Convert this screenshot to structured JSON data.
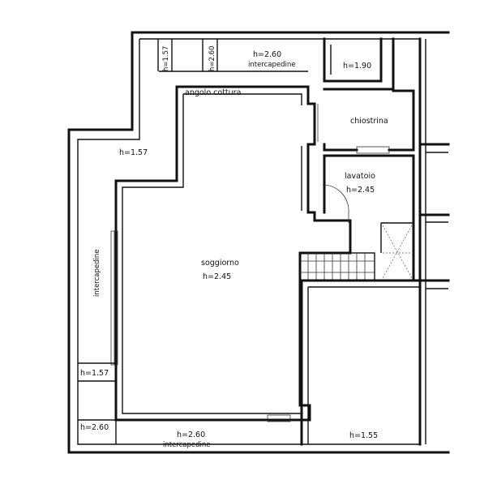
{
  "rooms": {
    "angolo_cottura": "angolo cottura",
    "chiostrina": "chiostrina",
    "lavatoio": {
      "name": "lavatoio",
      "height": "h=2.45"
    },
    "soggiorno": {
      "name": "soggiorno",
      "height": "h=2.45"
    },
    "lower_right": {
      "height": "h=1.55"
    },
    "upper_right_small": {
      "height": "h=1.90"
    }
  },
  "heights": {
    "top_vertical_1": "h=1.57",
    "top_vertical_2": "h=2.60",
    "top_intercapedine": "h=2.60",
    "left_upper": "h=1.57",
    "left_lower": "h=1.57",
    "bottom_left": "h=2.60",
    "bottom_intercapedine": "h=2.60"
  },
  "intercapedine": {
    "top": "intercapedine",
    "left": "intercapedine",
    "bottom": "intercapedine"
  }
}
